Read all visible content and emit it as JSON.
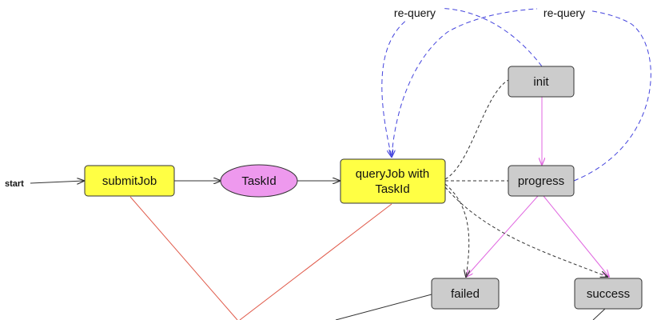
{
  "colors": {
    "yellow_fill": "#ffff44",
    "pink_fill": "#ee99ee",
    "gray_fill": "#cccccc",
    "dark_edge": "#333333",
    "pink_edge": "#e066e0",
    "red_edge": "#e05a4a",
    "blue_dashed": "#4444dd",
    "black_dashed": "#333333"
  },
  "diagram": {
    "start_label": "start",
    "nodes": {
      "submitjob": "submitJob",
      "taskid": "TaskId",
      "queryjob_line1": "queryJob with",
      "queryjob_line2": "TaskId",
      "init": "init",
      "progress": "progress",
      "failed": "failed",
      "success": "success"
    },
    "edge_labels": {
      "requery_left": "re-query",
      "requery_right": "re-query"
    }
  }
}
